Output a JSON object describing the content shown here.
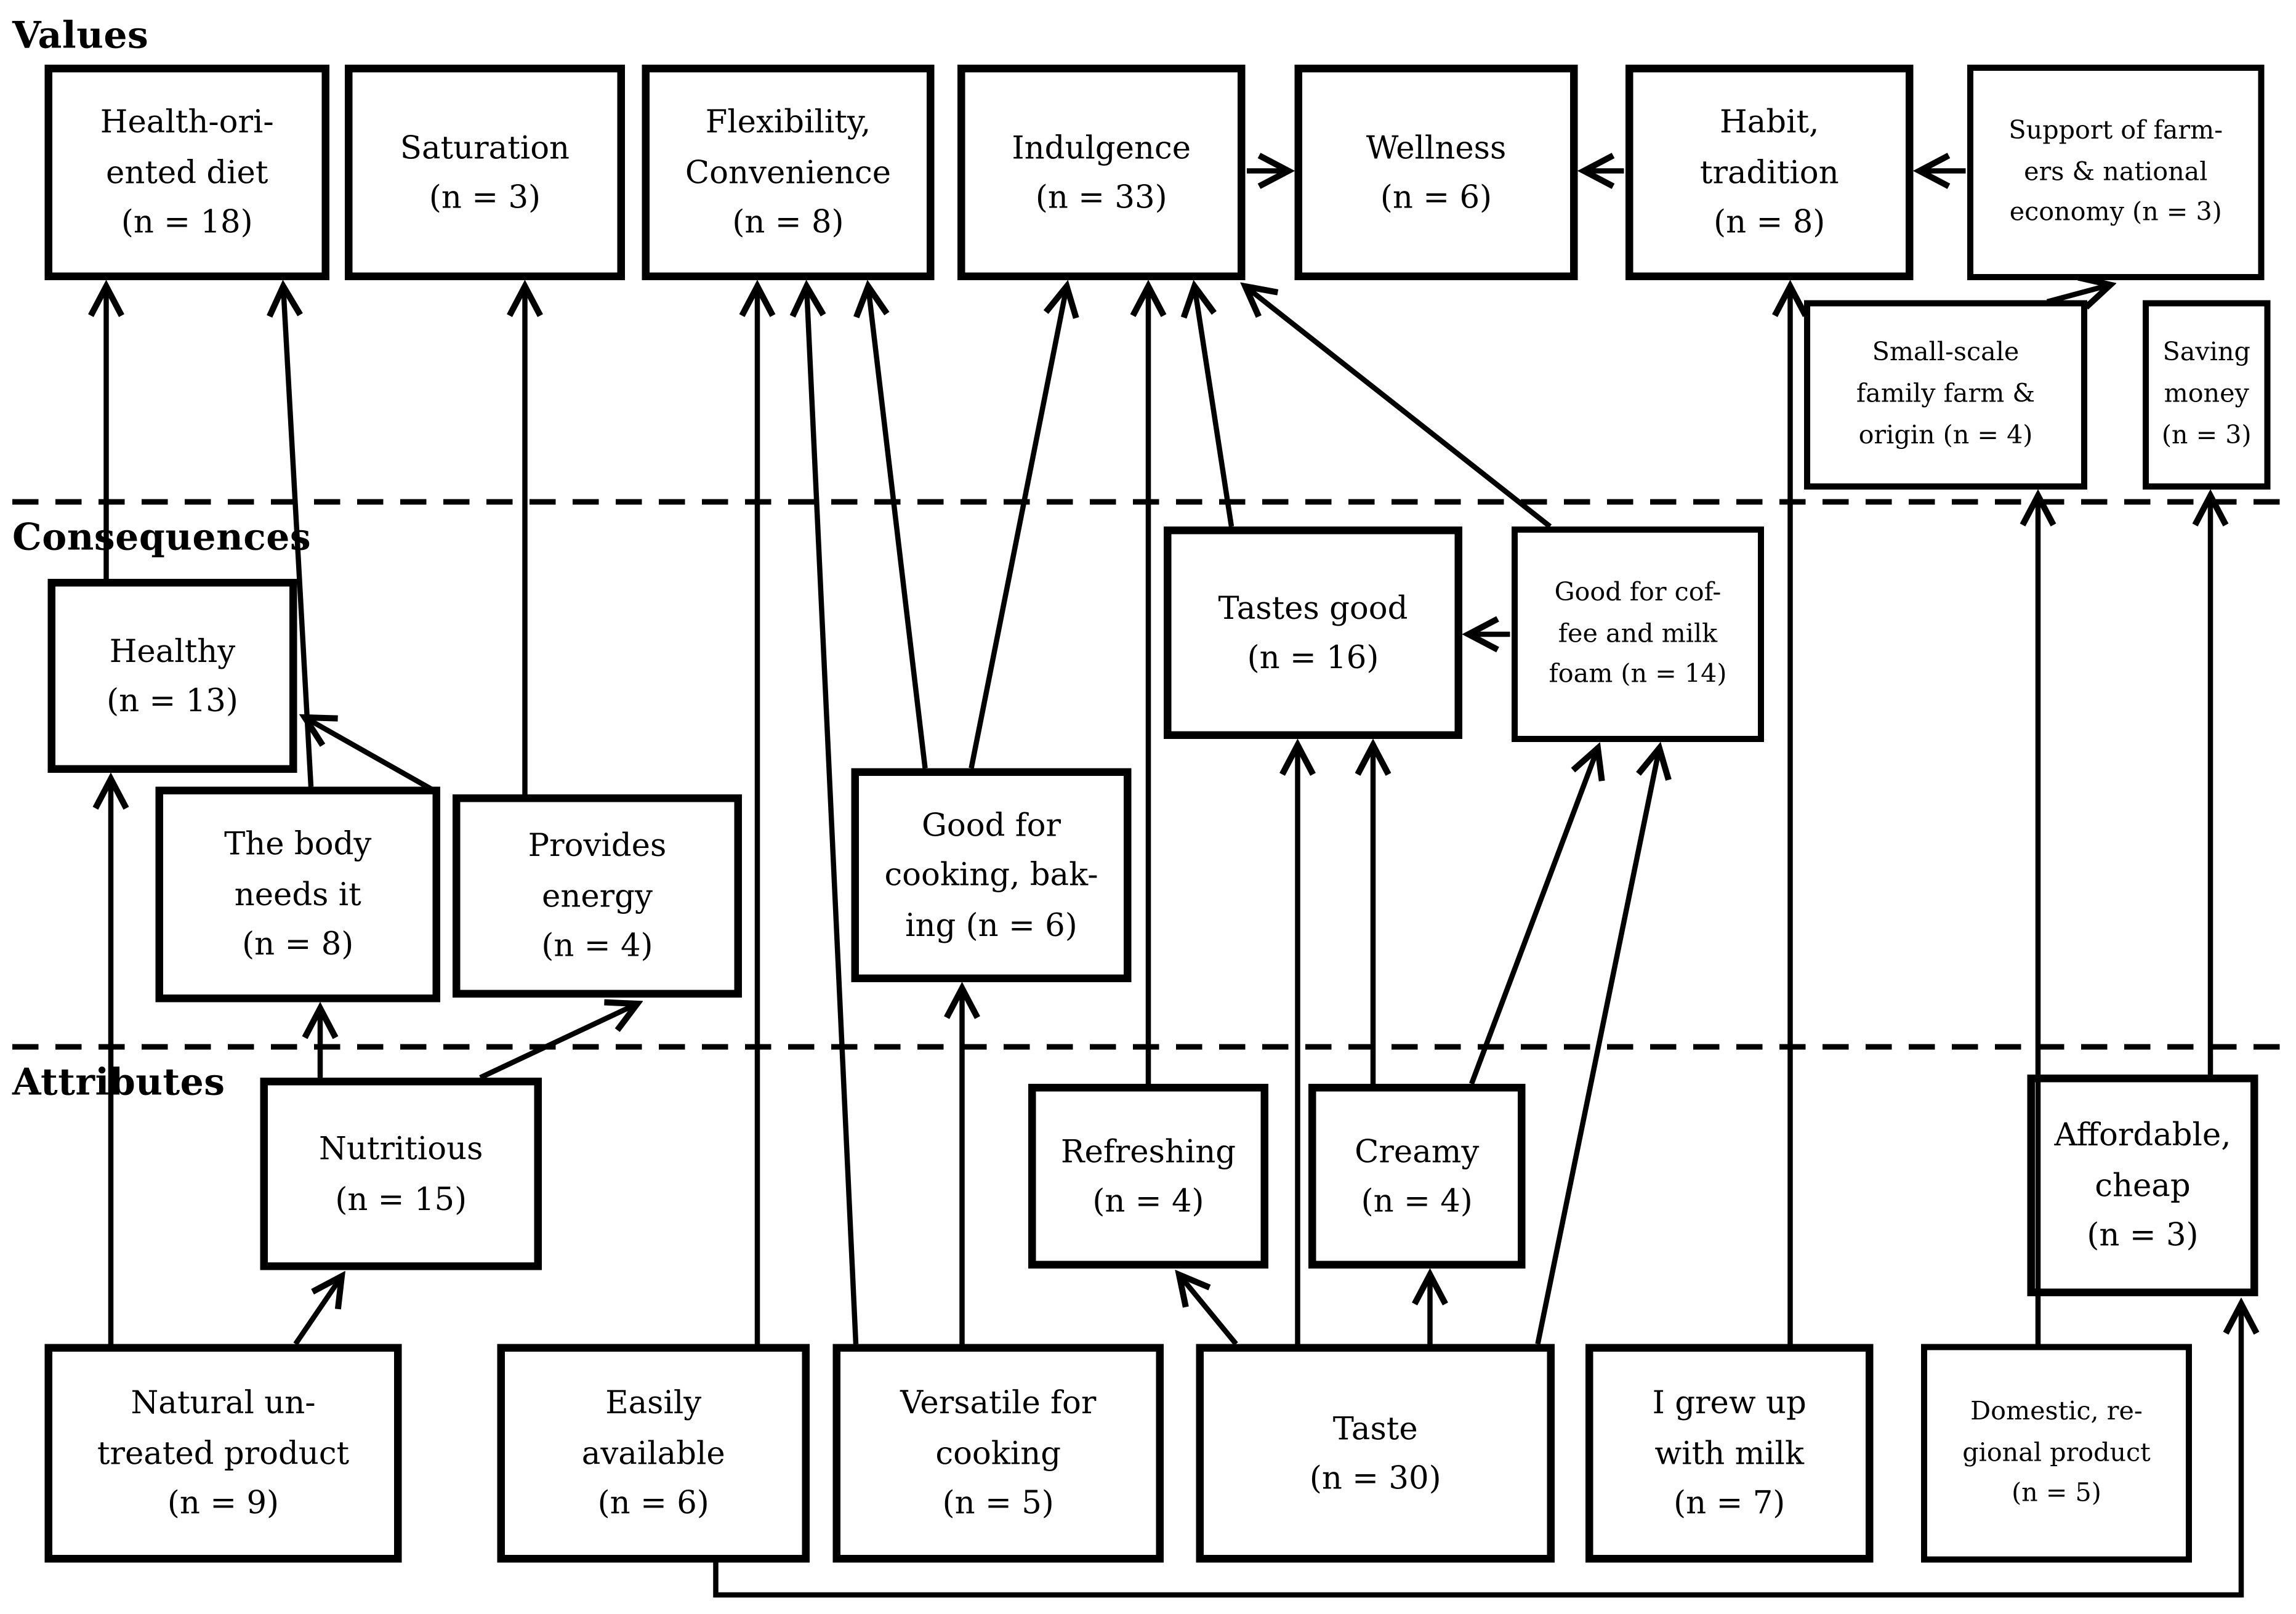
{
  "sections": {
    "values": "Values",
    "consequences": "Consequences",
    "attributes": "Attributes"
  },
  "colors": {
    "ink": "#000000",
    "background": "#ffffff"
  },
  "nodes": {
    "health_diet": {
      "label": "Health-ori-\nented diet\n(n = 18)"
    },
    "saturation": {
      "label": "Saturation\n(n = 3)"
    },
    "flexibility": {
      "label": "Flexibility,\nConvenience\n(n = 8)"
    },
    "indulgence": {
      "label": "Indulgence\n(n = 33)"
    },
    "wellness": {
      "label": "Wellness\n(n = 6)"
    },
    "habit": {
      "label": "Habit,\ntradition\n(n = 8)"
    },
    "support": {
      "label": "Support of farm-\ners & national\neconomy (n = 3)"
    },
    "smallscale": {
      "label": "Small-scale\nfamily farm &\norigin (n = 4)"
    },
    "saving": {
      "label": "Saving\nmoney\n(n = 3)"
    },
    "healthy": {
      "label": "Healthy\n(n = 13)"
    },
    "tastes_good": {
      "label": "Tastes good\n(n = 16)"
    },
    "good_coffee": {
      "label": "Good for cof-\nfee and milk\nfoam (n = 14)"
    },
    "body_needs": {
      "label": "The body\nneeds it\n(n = 8)"
    },
    "provides_energy": {
      "label": "Provides\nenergy\n(n = 4)"
    },
    "good_cooking": {
      "label": "Good for\ncooking, bak-\ning (n = 6)"
    },
    "nutritious": {
      "label": "Nutritious\n(n = 15)"
    },
    "refreshing": {
      "label": "Refreshing\n(n = 4)"
    },
    "creamy": {
      "label": "Creamy\n(n = 4)"
    },
    "affordable": {
      "label": "Affordable,\ncheap\n(n = 3)"
    },
    "natural": {
      "label": "Natural un-\ntreated product\n(n = 9)"
    },
    "easily": {
      "label": "Easily\navailable\n(n = 6)"
    },
    "versatile": {
      "label": "Versatile for\ncooking\n(n = 5)"
    },
    "taste": {
      "label": "Taste\n(n = 30)"
    },
    "grew_up": {
      "label": "I grew up\nwith milk\n(n = 7)"
    },
    "domestic": {
      "label": "Domestic, re-\ngional product\n(n = 5)"
    }
  },
  "edges": [
    {
      "from": "healthy",
      "to": "health_diet"
    },
    {
      "from": "body_needs",
      "to": "health_diet"
    },
    {
      "from": "body_needs",
      "to": "healthy"
    },
    {
      "from": "provides_energy",
      "to": "saturation"
    },
    {
      "from": "easily",
      "to": "flexibility"
    },
    {
      "from": "versatile",
      "to": "flexibility"
    },
    {
      "from": "good_cooking",
      "to": "flexibility"
    },
    {
      "from": "good_cooking",
      "to": "indulgence"
    },
    {
      "from": "refreshing",
      "to": "indulgence"
    },
    {
      "from": "tastes_good",
      "to": "indulgence"
    },
    {
      "from": "good_coffee",
      "to": "indulgence"
    },
    {
      "from": "good_coffee",
      "to": "tastes_good"
    },
    {
      "from": "indulgence",
      "to": "wellness"
    },
    {
      "from": "habit",
      "to": "wellness"
    },
    {
      "from": "support",
      "to": "habit"
    },
    {
      "from": "smallscale",
      "to": "support"
    },
    {
      "from": "nutritious",
      "to": "body_needs"
    },
    {
      "from": "nutritious",
      "to": "provides_energy"
    },
    {
      "from": "natural",
      "to": "healthy"
    },
    {
      "from": "natural",
      "to": "nutritious"
    },
    {
      "from": "versatile",
      "to": "good_cooking"
    },
    {
      "from": "taste",
      "to": "refreshing"
    },
    {
      "from": "taste",
      "to": "creamy"
    },
    {
      "from": "taste",
      "to": "tastes_good"
    },
    {
      "from": "taste",
      "to": "good_coffee"
    },
    {
      "from": "creamy",
      "to": "tastes_good"
    },
    {
      "from": "creamy",
      "to": "good_coffee"
    },
    {
      "from": "grew_up",
      "to": "habit"
    },
    {
      "from": "domestic",
      "to": "smallscale"
    },
    {
      "from": "affordable",
      "to": "saving"
    },
    {
      "from": "easily",
      "to": "affordable"
    }
  ]
}
